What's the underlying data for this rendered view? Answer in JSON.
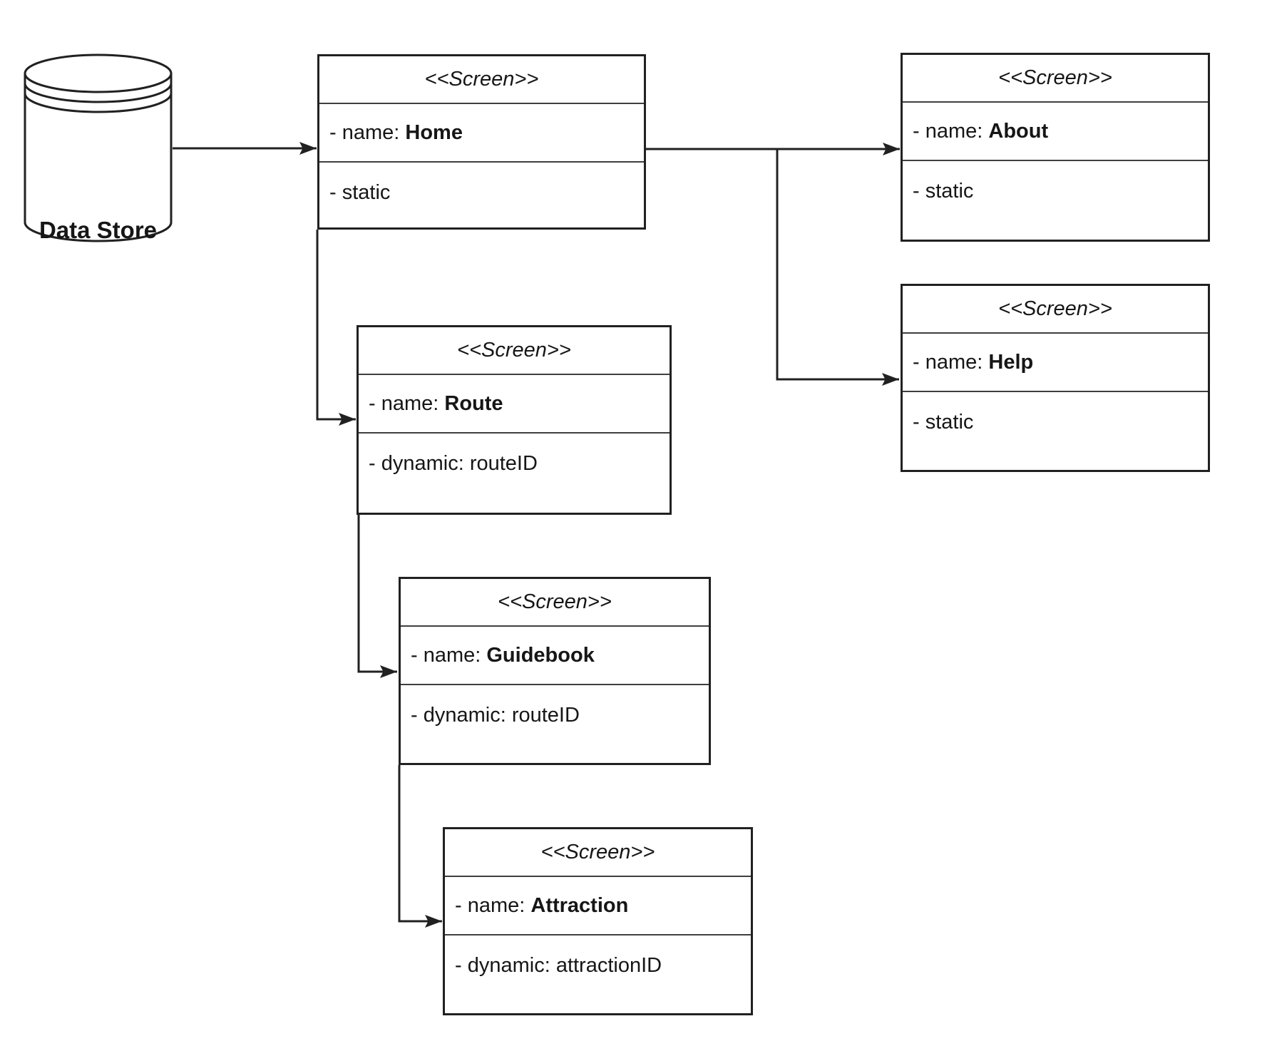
{
  "diagram": {
    "background_color": "#ffffff",
    "stroke_color": "#212121",
    "datastore": {
      "label": "Data Store"
    },
    "screens": {
      "home": {
        "stereotype": "<<Screen>>",
        "name_label": "- name: ",
        "name": "Home",
        "attribute": "- static"
      },
      "about": {
        "stereotype": "<<Screen>>",
        "name_label": "- name: ",
        "name": "About",
        "attribute": "- static"
      },
      "help": {
        "stereotype": "<<Screen>>",
        "name_label": "- name: ",
        "name": "Help",
        "attribute": "- static"
      },
      "route": {
        "stereotype": "<<Screen>>",
        "name_label": "- name: ",
        "name": "Route",
        "attribute": "- dynamic: routeID"
      },
      "guidebook": {
        "stereotype": "<<Screen>>",
        "name_label": "- name: ",
        "name": "Guidebook",
        "attribute": "- dynamic: routeID"
      },
      "attraction": {
        "stereotype": "<<Screen>>",
        "name_label": "- name: ",
        "name": "Attraction",
        "attribute": "- dynamic: attractionID"
      }
    }
  }
}
